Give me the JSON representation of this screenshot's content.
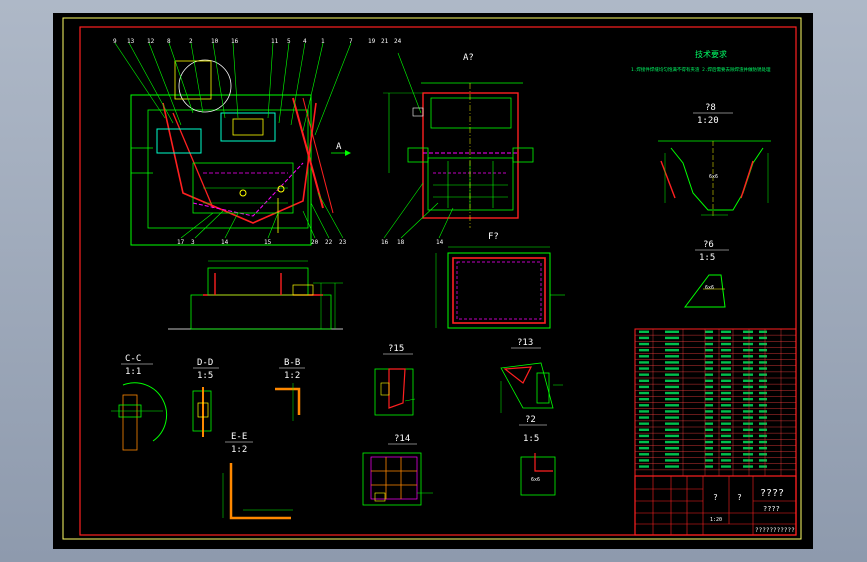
{
  "view_labels": {
    "tech_title": "技术要求",
    "tech_text": "1.焊接件焊缝均匀饱满不得有夹渣 2.焊后需要去除焊渣并做防锈处理",
    "sec_a_top": "A?",
    "sec_a_side": "A",
    "sec_f": "F?",
    "d8": "?8",
    "d8_scale": "1:20",
    "d6": "?6",
    "d6_scale": "1:5",
    "cc": "C-C",
    "cc_scale": "1:1",
    "dd": "D-D",
    "dd_scale": "1:5",
    "bb": "B-B",
    "bb_scale": "1:2",
    "ee": "E-E",
    "ee_scale": "1:2",
    "d15": "?15",
    "d13": "?13",
    "d14": "?14",
    "d2": "?2",
    "d2_scale": "1:5",
    "mark_6x6": "6x6"
  },
  "balloons_top": [
    "9",
    "13",
    "12",
    "8",
    "2",
    "10",
    "16",
    "11",
    "5",
    "4",
    "1",
    "7",
    "19",
    "21",
    "24"
  ],
  "balloons_bottom": [
    "17",
    "3",
    "14",
    "15",
    "20",
    "22",
    "23",
    "16",
    "18",
    "14"
  ],
  "title_block": {
    "drawing_name": "????",
    "q1": "?",
    "q2": "?",
    "material": "????",
    "company": "???????????",
    "scale_text": "1:20"
  },
  "colors": {
    "outline": "#00ff00",
    "border": "#ff0000",
    "hidden": "#ff00ff",
    "dimension": "#00ff88",
    "text": "#ffffff",
    "part": "#ffff00",
    "detail": "#00ffff"
  }
}
